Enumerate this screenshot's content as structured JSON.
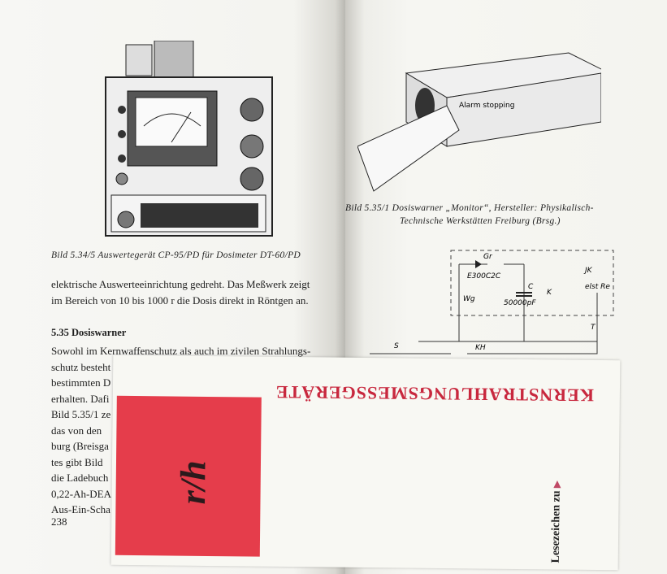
{
  "left_page": {
    "caption": "Bild 5.34/5   Auswertegerät CP-95/PD für Dosimeter DT-60/PD",
    "body_lines": [
      "elektrische Auswerteeinrichtung gedreht. Das Meßwerk zeigt",
      "im Bereich von 10 bis 1000 r die Dosis direkt in Röntgen an."
    ],
    "section_heading": "5.35  Dosiswarner",
    "section_lines": [
      "Sowohl im Kernwaffenschutz als auch im zivilen Strahlungs-",
      "schutz besteht",
      "bestimmten D",
      "erhalten. Dafi",
      "Bild 5.35/1 ze",
      "das von den",
      "burg (Breisga",
      "tes gibt Bild",
      "die Ladebuch",
      "0,22-Ah-DEA",
      "Aus-Ein-Scha"
    ],
    "page_number": "238"
  },
  "right_page": {
    "device_label": "Alarm stopping",
    "caption_line1": "Bild 5.35/1   Dosiswarner „Monitor“, Hersteller: Physikalisch-",
    "caption_line2": "Technische Werkstätten Freiburg (Brsg.)",
    "circuit_labels": {
      "gr": "Gr",
      "diode": "E300C2C",
      "wg": "Wg",
      "c": "C",
      "cap": "50000pF",
      "jk": "JK",
      "relay": "elst Re",
      "k": "K",
      "t": "T",
      "s": "S",
      "kh": "KH"
    }
  },
  "bookmark": {
    "logo": "r/h",
    "title": "KERNSTRAHLUNGSMESSGERÄTE",
    "label": "Lesezeichen zu",
    "accent": "#e53d4b"
  }
}
